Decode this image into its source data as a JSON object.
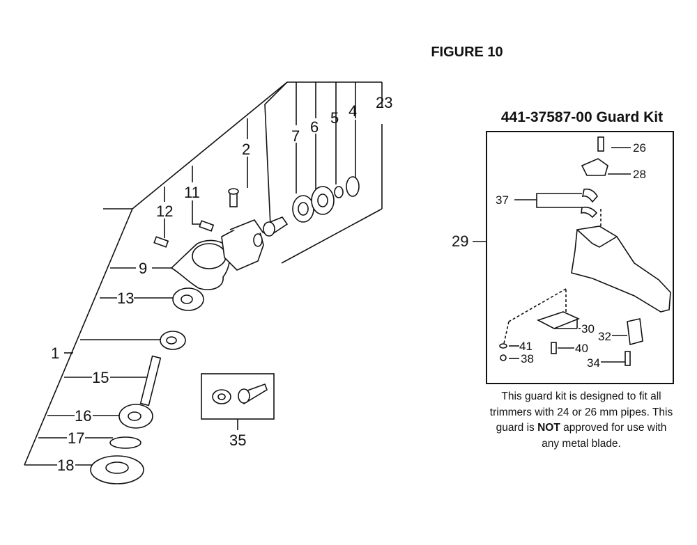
{
  "figure_title": "FIGURE 10",
  "kit": {
    "title": "441-37587-00 Guard Kit",
    "note_before": "This guard kit is designed to fit all trimmers with 24 or 26 mm pipes. This guard is ",
    "note_emphasis": "NOT",
    "note_after": " approved for use with any metal blade."
  },
  "callouts": {
    "main": [
      "1",
      "2",
      "4",
      "5",
      "6",
      "7",
      "9",
      "11",
      "12",
      "13",
      "15",
      "16",
      "17",
      "18",
      "23",
      "35"
    ],
    "kit_parts": [
      "26",
      "28",
      "29",
      "30",
      "32",
      "34",
      "37",
      "38",
      "40",
      "41"
    ]
  }
}
